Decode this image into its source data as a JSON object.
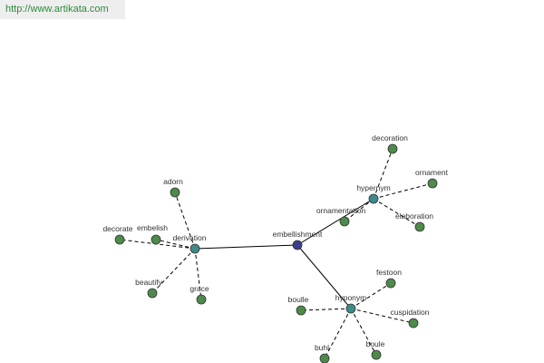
{
  "url": "http://www.artikata.com",
  "colors": {
    "center": "#3b3f8c",
    "hub": "#3f8a8a",
    "leaf": "#4e8a4a"
  },
  "center": {
    "id": "embellishment",
    "label": "embellishment"
  },
  "hubs": [
    {
      "id": "derivation",
      "label": "derivation"
    },
    {
      "id": "hypernym",
      "label": "hypernym"
    },
    {
      "id": "hyponym",
      "label": "hyponym"
    }
  ],
  "leaves": [
    {
      "id": "adorn",
      "label": "adorn",
      "hub": "derivation"
    },
    {
      "id": "decorate",
      "label": "decorate",
      "hub": "derivation"
    },
    {
      "id": "embelish",
      "label": "embelish",
      "hub": "derivation"
    },
    {
      "id": "beautify",
      "label": "beautify",
      "hub": "derivation"
    },
    {
      "id": "grace",
      "label": "grace",
      "hub": "derivation"
    },
    {
      "id": "decoration",
      "label": "decoration",
      "hub": "hypernym"
    },
    {
      "id": "ornament",
      "label": "ornament",
      "hub": "hypernym"
    },
    {
      "id": "ornamentation",
      "label": "ornamentation",
      "hub": "hypernym"
    },
    {
      "id": "elaboration",
      "label": "elaboration",
      "hub": "hypernym"
    },
    {
      "id": "festoon",
      "label": "festoon",
      "hub": "hyponym"
    },
    {
      "id": "boulle",
      "label": "boulle",
      "hub": "hyponym"
    },
    {
      "id": "cuspidation",
      "label": "cuspidation",
      "hub": "hyponym"
    },
    {
      "id": "buhl",
      "label": "buhl",
      "hub": "hyponym"
    },
    {
      "id": "boule",
      "label": "boule",
      "hub": "hyponym"
    }
  ]
}
